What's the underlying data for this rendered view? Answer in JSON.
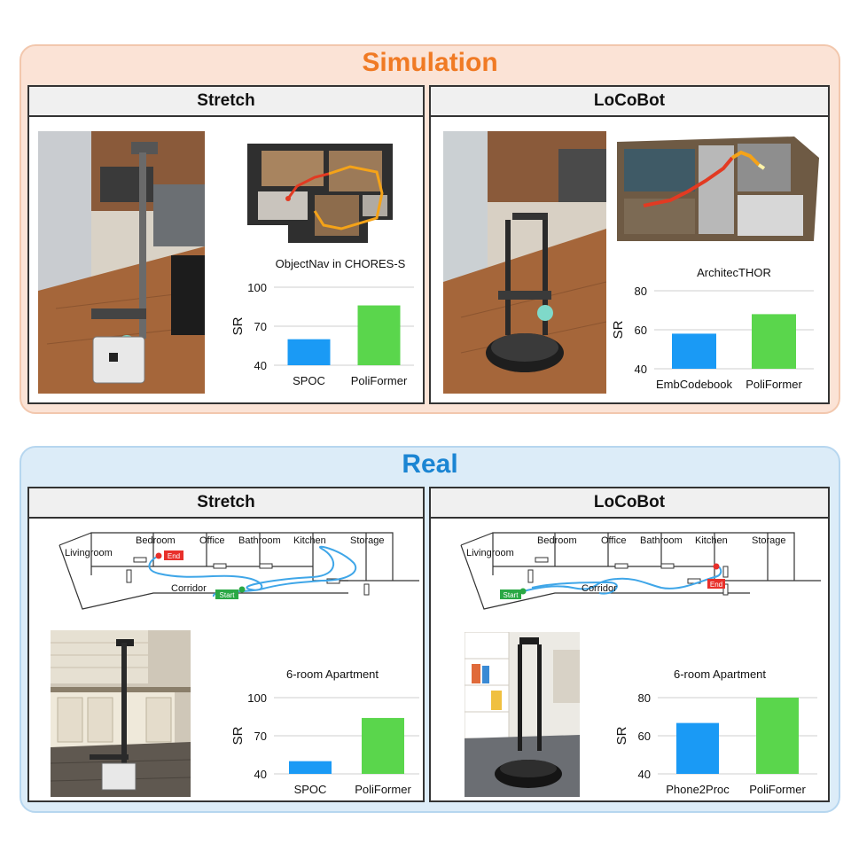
{
  "simulation": {
    "title": "Simulation",
    "stretch": {
      "header": "Stretch",
      "chart_title": "ObjectNav in CHORES-S"
    },
    "locobot": {
      "header": "LoCoBot",
      "chart_title": "ArchitecTHOR"
    }
  },
  "real": {
    "title": "Real",
    "stretch": {
      "header": "Stretch",
      "chart_title": "6-room Apartment",
      "map": {
        "rooms": [
          "Livingroom",
          "Bedroom",
          "Office",
          "Bathroom",
          "Kitchen",
          "Storage"
        ],
        "corridor": "Corridor",
        "start": "Start",
        "end": "End"
      }
    },
    "locobot": {
      "header": "LoCoBot",
      "chart_title": "6-room Apartment",
      "map": {
        "rooms": [
          "Livingroom",
          "Bedroom",
          "Office",
          "Bathroom",
          "Kitchen",
          "Storage"
        ],
        "corridor": "Corridor",
        "start": "Start",
        "end": "End"
      }
    }
  },
  "colors": {
    "simulation_title": "#f07a24",
    "real_title": "#1b85d3",
    "baseline_bar": "#1a9af5",
    "poliformer_bar": "#5ad64c",
    "path_line": "#3fa6e8",
    "end_marker": "#e8302b",
    "start_marker": "#2aa845"
  },
  "chart_data": [
    {
      "type": "bar",
      "title": "ObjectNav in CHORES-S",
      "categories": [
        "SPOC",
        "PoliFormer"
      ],
      "values": [
        60,
        86
      ],
      "ylabel": "SR",
      "ylim": [
        40,
        100
      ],
      "yticks": [
        40,
        70,
        100
      ],
      "colors": [
        "#1a9af5",
        "#5ad64c"
      ]
    },
    {
      "type": "bar",
      "title": "ArchitecTHOR",
      "categories": [
        "EmbCodebook",
        "PoliFormer"
      ],
      "values": [
        58,
        68
      ],
      "ylabel": "SR",
      "ylim": [
        40,
        80
      ],
      "yticks": [
        40,
        60,
        80
      ],
      "colors": [
        "#1a9af5",
        "#5ad64c"
      ]
    },
    {
      "type": "bar",
      "title": "6-room Apartment",
      "categories": [
        "SPOC",
        "PoliFormer"
      ],
      "values": [
        50,
        84
      ],
      "ylabel": "SR",
      "ylim": [
        40,
        100
      ],
      "yticks": [
        40,
        70,
        100
      ],
      "colors": [
        "#1a9af5",
        "#5ad64c"
      ]
    },
    {
      "type": "bar",
      "title": "6-room Apartment",
      "categories": [
        "Phone2Proc",
        "PoliFormer"
      ],
      "values": [
        66.7,
        80
      ],
      "ylabel": "SR",
      "ylim": [
        40,
        80
      ],
      "yticks": [
        40,
        60,
        80
      ],
      "colors": [
        "#1a9af5",
        "#5ad64c"
      ]
    }
  ]
}
